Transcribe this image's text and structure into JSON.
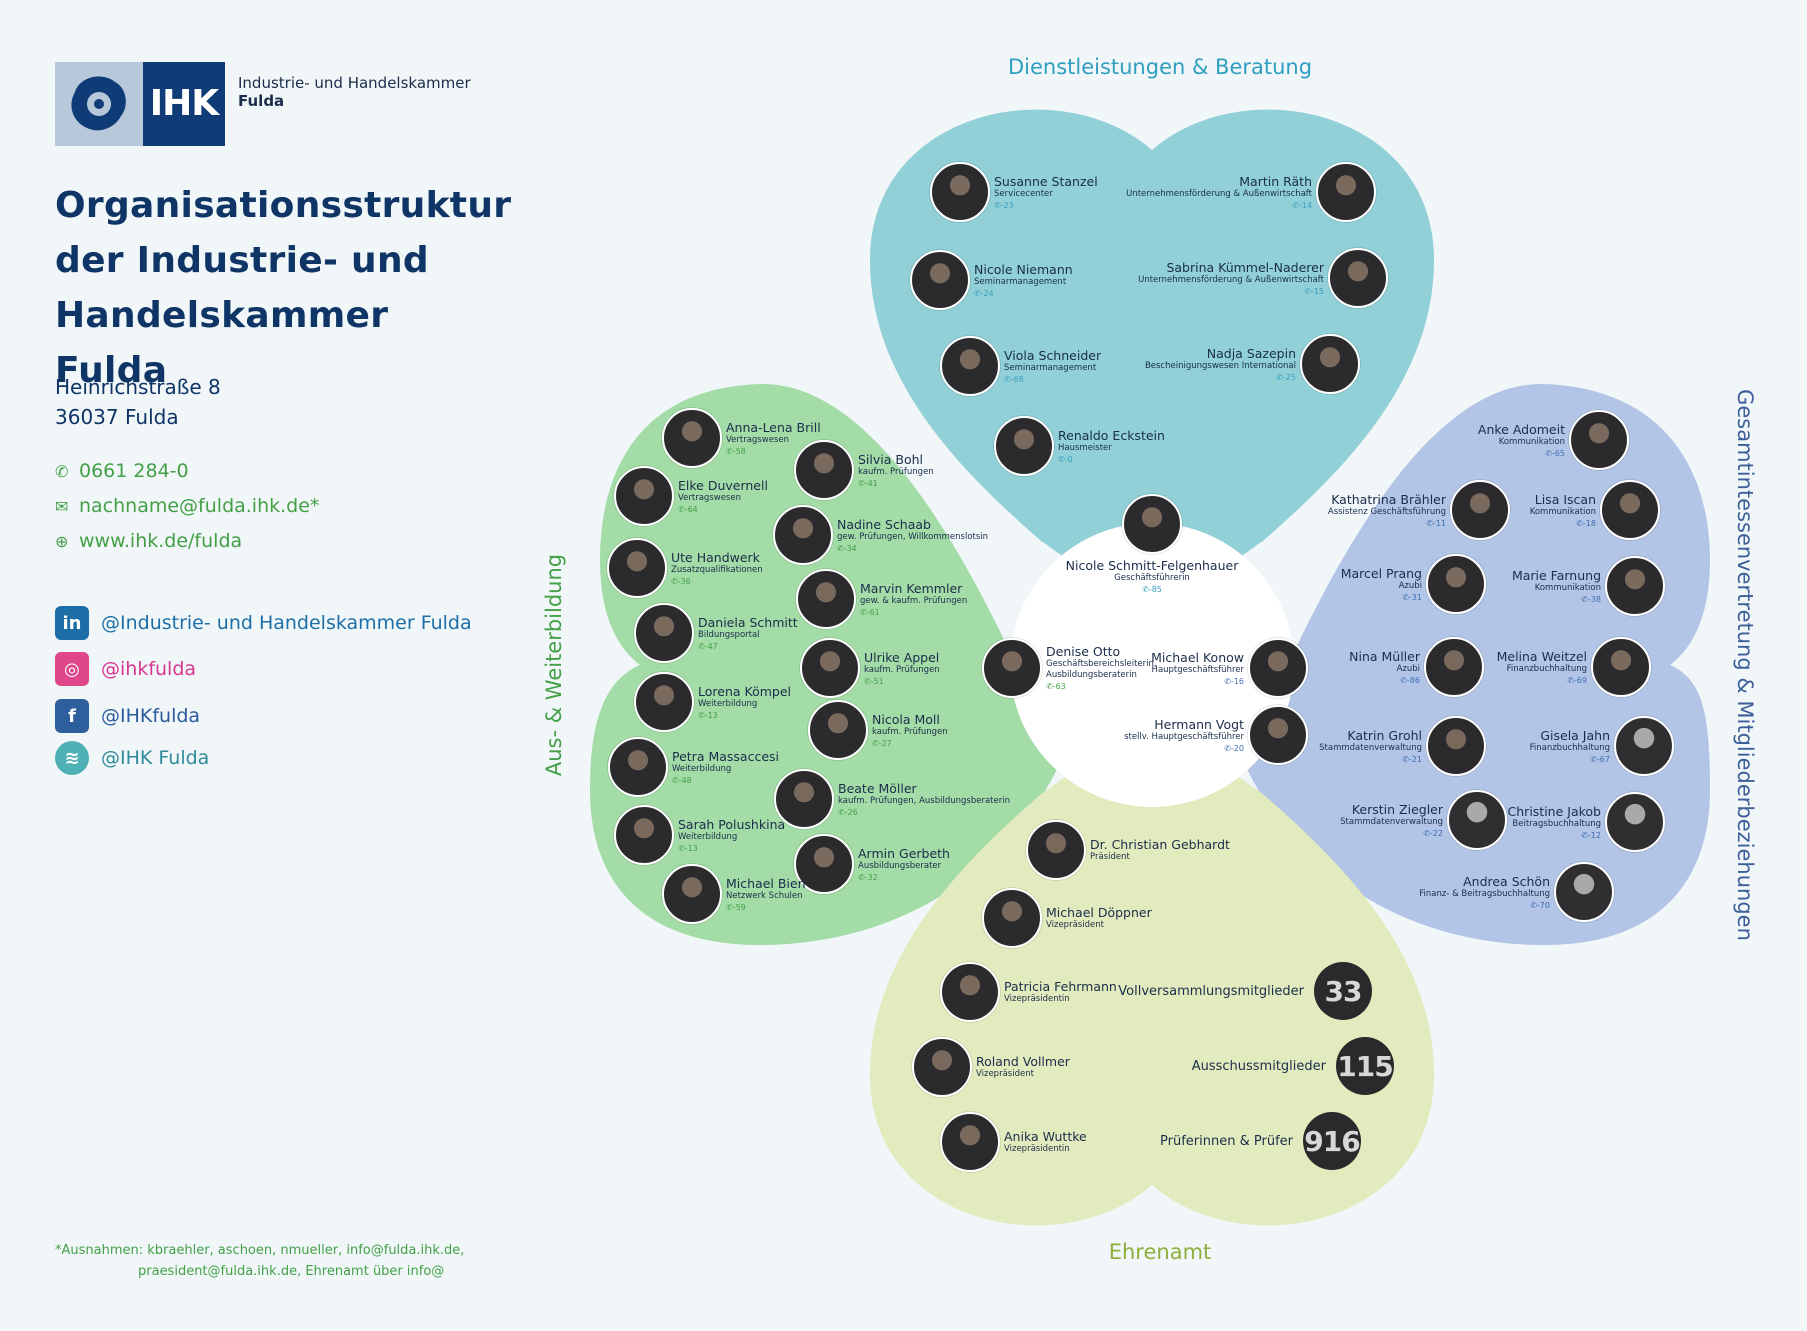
{
  "logo": {
    "abbr": "IHK",
    "line1": "Industrie- und Handelskammer",
    "line2": "Fulda"
  },
  "title_lines": [
    "Organisationsstruktur",
    "der Industrie- und",
    "Handelskammer Fulda"
  ],
  "address": {
    "street": "Heinrichstraße 8",
    "city": "36037 Fulda"
  },
  "contact": {
    "phone": "0661 284-0",
    "email": "nachname@fulda.ihk.de*",
    "web": "www.ihk.de/fulda"
  },
  "social": [
    {
      "icon": "linkedin-icon",
      "glyph": "in",
      "label": "@Industrie- und Handelskammer Fulda",
      "color": "#1c6fa6",
      "bg": "#1c6fa6"
    },
    {
      "icon": "instagram-icon",
      "glyph": "◎",
      "label": "@ihkfulda",
      "color": "#d7358f",
      "bg": "#e0478a"
    },
    {
      "icon": "facebook-icon",
      "glyph": "f",
      "label": "@IHKfulda",
      "color": "#2a5b9c",
      "bg": "#2d5e9e"
    },
    {
      "icon": "spotify-icon",
      "glyph": "≋",
      "label": "@IHK Fulda",
      "color": "#2f8b9a",
      "bg": "#4fb0b5"
    }
  ],
  "footnote": [
    "*Ausnahmen: kbraehler, aschoen, nmueller, info@fulda.ihk.de,",
    "praesident@fulda.ihk.de, Ehrenamt über info@"
  ],
  "sections": {
    "top": "Dienstleistungen & Beratung",
    "left": "Aus- & Weiterbildung",
    "right": "Gesamtintessenvertretung & Mitgliederbeziehungen",
    "bottom": "Ehrenamt"
  },
  "colors": {
    "top": "#90d0d6",
    "left": "#a3dca6",
    "right": "#b3c5e6",
    "bottom": "#e2ebbd",
    "ext_top": "#3a9fc1",
    "ext_left": "#43a047",
    "ext_right": "#3f6fb2",
    "ext_bottom": "#7a9a2f",
    "label_top": "#2f9ec0",
    "label_left": "#43a047",
    "label_right": "#3d5f99",
    "label_bottom": "#8fae3b"
  },
  "center": [
    {
      "name": "Nicole Schmitt-Felgenhauer",
      "role": "Geschäftsführerin",
      "ext": "-85"
    },
    {
      "name": "Denise Otto",
      "role": "Geschäftsbereichsleiterin,",
      "role2": "Ausbildungsberaterin",
      "ext": "-63"
    },
    {
      "name": "Michael Konow",
      "role": "Hauptgeschäftsführer",
      "ext": "-16"
    },
    {
      "name": "Hermann Vogt",
      "role": "stellv. Hauptgeschäftsführer",
      "ext": "-20"
    }
  ],
  "top_people": [
    {
      "name": "Susanne Stanzel",
      "role": "Servicecenter",
      "ext": "-23"
    },
    {
      "name": "Nicole Niemann",
      "role": "Seminarmanagement",
      "ext": "-24"
    },
    {
      "name": "Viola Schneider",
      "role": "Seminarmanagement",
      "ext": "-68"
    },
    {
      "name": "Renaldo Eckstein",
      "role": "Hausmeister",
      "ext": "-0"
    },
    {
      "name": "Martin Räth",
      "role": "Unternehmensförderung & Außenwirtschaft",
      "ext": "-14"
    },
    {
      "name": "Sabrina Kümmel-Naderer",
      "role": "Unternehmensförderung & Außenwirtschaft",
      "ext": "-15"
    },
    {
      "name": "Nadja Sazepin",
      "role": "Bescheinigungswesen International",
      "ext": "-25"
    }
  ],
  "left_people": [
    {
      "name": "Anna-Lena Brill",
      "role": "Vertragswesen",
      "ext": "-58"
    },
    {
      "name": "Silvia Bohl",
      "role": "kaufm. Prüfungen",
      "ext": "-41"
    },
    {
      "name": "Elke Duvernell",
      "role": "Vertragswesen",
      "ext": "-64"
    },
    {
      "name": "Nadine Schaab",
      "role": "gew. Prüfungen, Willkommenslotsin",
      "ext": "-34"
    },
    {
      "name": "Ute Handwerk",
      "role": "Zusatzqualifikationen",
      "ext": "-36"
    },
    {
      "name": "Marvin Kemmler",
      "role": "gew. & kaufm. Prüfungen",
      "ext": "-61"
    },
    {
      "name": "Daniela Schmitt",
      "role": "Bildungsportal",
      "ext": "-47"
    },
    {
      "name": "Ulrike Appel",
      "role": "kaufm. Prüfungen",
      "ext": "-51"
    },
    {
      "name": "Lorena Kömpel",
      "role": "Weiterbildung",
      "ext": "-13"
    },
    {
      "name": "Nicola Moll",
      "role": "kaufm. Prüfungen",
      "ext": "-27"
    },
    {
      "name": "Petra Massaccesi",
      "role": "Weiterbildung",
      "ext": "-48"
    },
    {
      "name": "Beate Möller",
      "role": "kaufm. Prüfungen, Ausbildungsberaterin",
      "ext": "-26"
    },
    {
      "name": "Sarah Polushkina",
      "role": "Weiterbildung",
      "ext": "-13"
    },
    {
      "name": "Armin Gerbeth",
      "role": "Ausbildungsberater",
      "ext": "-32"
    },
    {
      "name": "Michael Bien",
      "role": "Netzwerk Schulen",
      "ext": "-59"
    }
  ],
  "right_people": [
    {
      "name": "Anke Adomeit",
      "role": "Kommunikation",
      "ext": "-65"
    },
    {
      "name": "Kathatrina Brähler",
      "role": "Assistenz Geschäftsführung",
      "ext": "-11"
    },
    {
      "name": "Lisa Iscan",
      "role": "Kommunikation",
      "ext": "-18"
    },
    {
      "name": "Marcel Prang",
      "role": "Azubi",
      "ext": "-31"
    },
    {
      "name": "Marie Farnung",
      "role": "Kommunikation",
      "ext": "-38"
    },
    {
      "name": "Nina Müller",
      "role": "Azubi",
      "ext": "-86"
    },
    {
      "name": "Melina Weitzel",
      "role": "Finanzbuchhaltung",
      "ext": "-69"
    },
    {
      "name": "Katrin Grohl",
      "role": "Stammdatenverwaltung",
      "ext": "-21"
    },
    {
      "name": "Gisela Jahn",
      "role": "Finanzbuchhaltung",
      "ext": "-67"
    },
    {
      "name": "Kerstin Ziegler",
      "role": "Stammdatenverwaltung",
      "ext": "-22"
    },
    {
      "name": "Christine Jakob",
      "role": "Beitragsbuchhaltung",
      "ext": "-12"
    },
    {
      "name": "Andrea Schön",
      "role": "Finanz- & Beitragsbuchhaltung",
      "ext": "-70"
    }
  ],
  "bottom_people": [
    {
      "name": "Dr. Christian Gebhardt",
      "role": "Präsident"
    },
    {
      "name": "Michael Döppner",
      "role": "Vizepräsident"
    },
    {
      "name": "Patricia Fehrmann",
      "role": "Vizepräsidentin"
    },
    {
      "name": "Roland Vollmer",
      "role": "Vizepräsident"
    },
    {
      "name": "Anika Wuttke",
      "role": "Vizepräsidentin"
    }
  ],
  "counters": [
    {
      "label": "Vollversammlungsmitglieder",
      "value": "33"
    },
    {
      "label": "Ausschussmitglieder",
      "value": "115"
    },
    {
      "label": "Prüferinnen & Prüfer",
      "value": "916"
    }
  ]
}
